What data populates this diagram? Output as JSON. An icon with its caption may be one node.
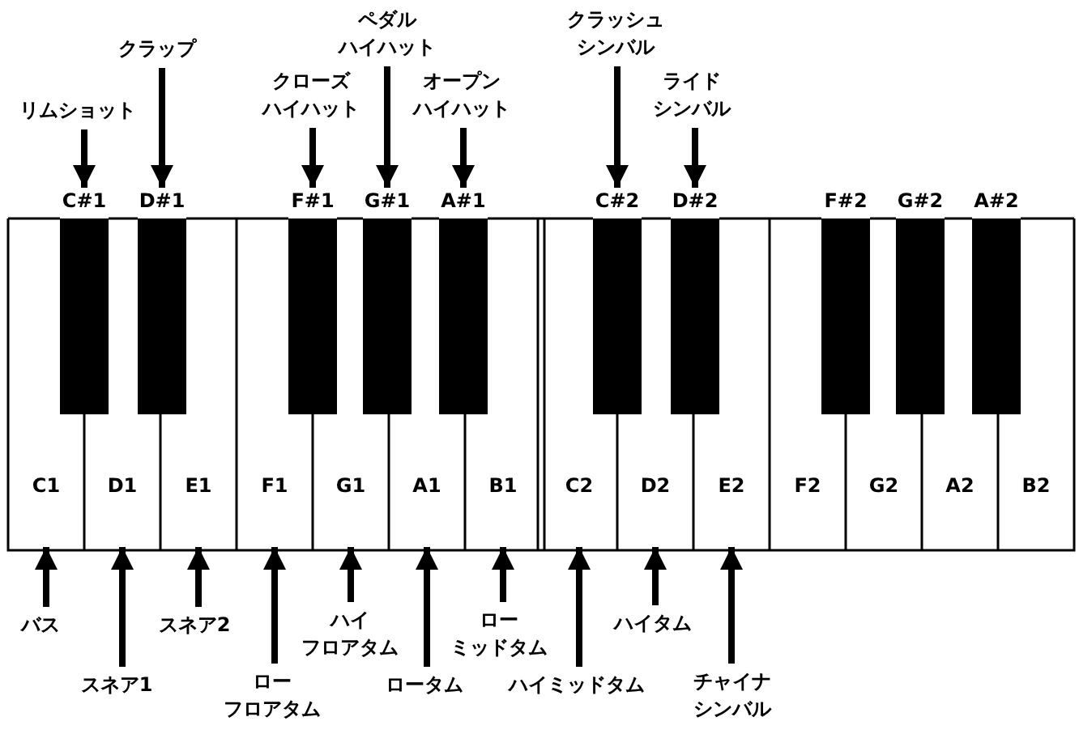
{
  "diagram": {
    "nodes": [
      {
        "text": [
          "リムショット"
        ]
      },
      {
        "text": [
          "クラップ"
        ]
      },
      {
        "text": [
          "クローズハイハット"
        ]
      },
      {
        "text": [
          "ペダルハイハット"
        ]
      },
      {
        "text": [
          "オープンハイハット"
        ]
      },
      {
        "text": [
          "クラッシュシンバル"
        ]
      },
      {
        "text": [
          "ライドシンバル"
        ]
      },
      {
        "text": [
          "C#1"
        ]
      },
      {
        "text": [
          "D#1"
        ]
      },
      {
        "text": [
          "F#1"
        ]
      },
      {
        "text": [
          "G#1"
        ]
      },
      {
        "text": [
          "A#1"
        ]
      },
      {
        "text": [
          "C#2"
        ]
      },
      {
        "text": [
          "D#2"
        ]
      },
      {
        "text": [
          "F#2"
        ]
      },
      {
        "text": [
          "G#2"
        ]
      },
      {
        "text": [
          "A#2"
        ]
      },
      {
        "text": [
          "C1"
        ]
      },
      {
        "text": [
          "D1"
        ]
      },
      {
        "text": [
          "E1"
        ]
      },
      {
        "text": [
          "F1"
        ]
      },
      {
        "text": [
          "G1"
        ]
      },
      {
        "text": [
          "A1"
        ]
      },
      {
        "text": [
          "B1"
        ]
      },
      {
        "text": [
          "C2"
        ]
      },
      {
        "text": [
          "D2"
        ]
      },
      {
        "text": [
          "E2"
        ]
      },
      {
        "text": [
          "F2"
        ]
      },
      {
        "text": [
          "G2"
        ]
      },
      {
        "text": [
          "A2"
        ]
      },
      {
        "text": [
          "B2"
        ]
      },
      {
        "text": [
          "バス"
        ]
      },
      {
        "text": [
          "スネア1"
        ]
      },
      {
        "text": [
          "スネア2"
        ]
      },
      {
        "text": [
          "ローフロアタム"
        ]
      },
      {
        "text": [
          "ハイフロアタム"
        ]
      },
      {
        "text": [
          "ロータム"
        ]
      },
      {
        "text": [
          "ローミッドタム"
        ]
      },
      {
        "text": [
          "ハイミッドタム"
        ]
      },
      {
        "text": [
          "ハイタム"
        ]
      },
      {
        "text": [
          "チャイナシンバル"
        ]
      }
    ],
    "edges": [
      {
        "from": 0,
        "to": 7,
        "arrow": "to"
      },
      {
        "from": 1,
        "to": 8,
        "arrow": "to"
      },
      {
        "from": 2,
        "to": 9,
        "arrow": "to"
      },
      {
        "from": 3,
        "to": 10,
        "arrow": "to"
      },
      {
        "from": 4,
        "to": 11,
        "arrow": "to"
      },
      {
        "from": 5,
        "to": 12,
        "arrow": "to"
      },
      {
        "from": 6,
        "to": 13,
        "arrow": "to"
      },
      {
        "from": 31,
        "to": 17,
        "arrow": "to"
      },
      {
        "from": 32,
        "to": 18,
        "arrow": "to"
      },
      {
        "from": 33,
        "to": 19,
        "arrow": "to"
      },
      {
        "from": 34,
        "to": 20,
        "arrow": "to"
      },
      {
        "from": 35,
        "to": 21,
        "arrow": "to"
      },
      {
        "from": 36,
        "to": 22,
        "arrow": "to"
      },
      {
        "from": 37,
        "to": 23,
        "arrow": "to"
      },
      {
        "from": 38,
        "to": 24,
        "arrow": "to"
      },
      {
        "from": 39,
        "to": 25,
        "arrow": "to"
      },
      {
        "from": 40,
        "to": 26,
        "arrow": "to"
      }
    ]
  }
}
